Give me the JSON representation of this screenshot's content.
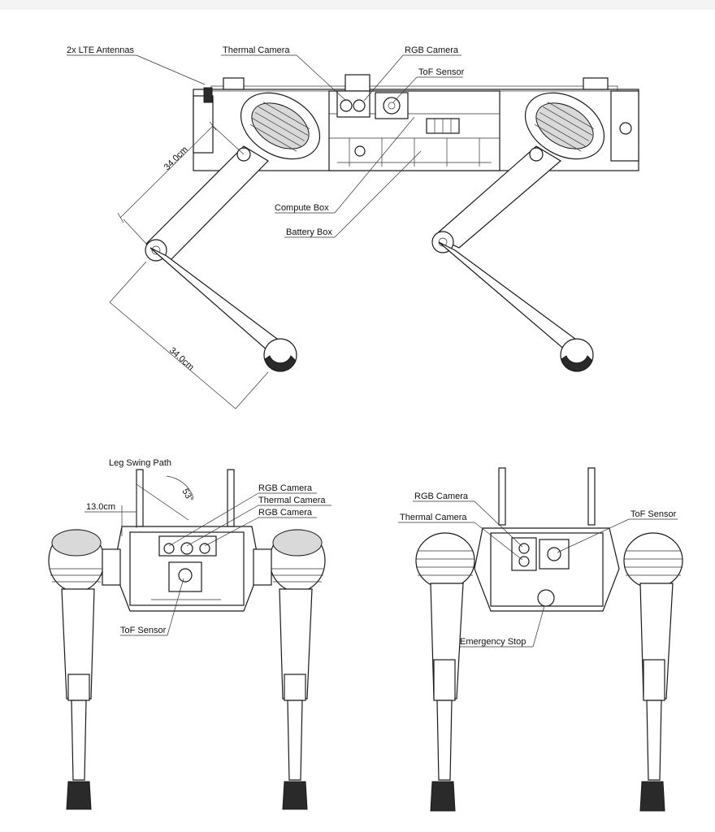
{
  "side_view": {
    "labels": {
      "lte_antennas": "2x LTE Antennas",
      "thermal_camera": "Thermal Camera",
      "rgb_camera": "RGB Camera",
      "tof_sensor": "ToF Sensor",
      "compute_box": "Compute Box",
      "battery_box": "Battery Box"
    },
    "dimensions": {
      "upper_leg": "34.0cm",
      "lower_leg": "34.0cm"
    }
  },
  "front_view": {
    "labels": {
      "leg_swing_path": "Leg Swing Path",
      "rgb_camera_top": "RGB Camera",
      "thermal_camera": "Thermal Camera",
      "rgb_camera_bottom": "RGB Camera",
      "tof_sensor": "ToF Sensor"
    },
    "dimensions": {
      "width_offset": "13.0cm",
      "swing_angle": "53°"
    }
  },
  "rear_view": {
    "labels": {
      "rgb_camera": "RGB Camera",
      "thermal_camera": "Thermal Camera",
      "tof_sensor": "ToF Sensor",
      "emergency_stop": "Emergency Stop"
    }
  }
}
